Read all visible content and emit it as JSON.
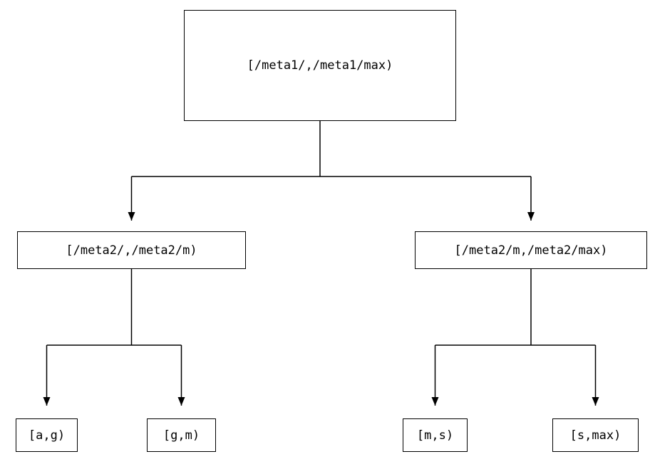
{
  "diagram": {
    "type": "tree",
    "root": {
      "label": "[/meta1/,/meta1/max)"
    },
    "level2": [
      {
        "label": "[/meta2/,/meta2/m)"
      },
      {
        "label": "[/meta2/m,/meta2/max)"
      }
    ],
    "leaves": [
      {
        "label": "[a,g)"
      },
      {
        "label": "[g,m)"
      },
      {
        "label": "[m,s)"
      },
      {
        "label": "[s,max)"
      }
    ],
    "line_color": "#000000"
  }
}
